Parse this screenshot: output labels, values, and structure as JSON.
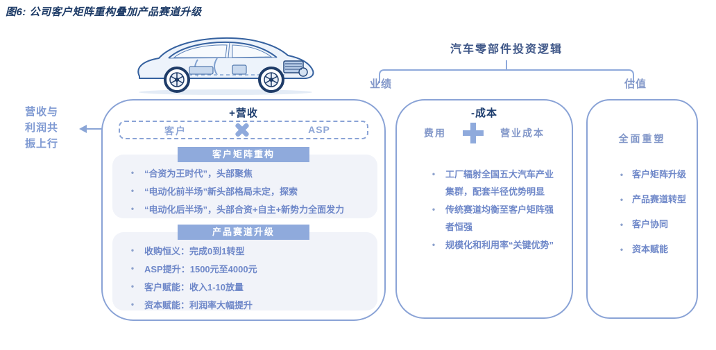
{
  "title": "图6:  公司客户矩阵重构叠加产品赛道升级",
  "ui": {
    "bullet": "•"
  },
  "icons": {
    "multiply_icon": "✖",
    "plus_icon": "➕",
    "left_arrow_icon": "←",
    "car_illustration": "car-xray-blueprint"
  },
  "colors": {
    "title_navy": "#1c3a66",
    "header_navy": "#1d3d6e",
    "panel_border": "#8aa3d6",
    "banner_bg": "#8FAADC",
    "card_bg": "#f1f3f9",
    "bullet_text": "#6f88c9",
    "label_blue": "#8297c9",
    "accent_shape": "#8FAADC"
  },
  "investment_logic": {
    "title": "汽车零部件投资逻辑",
    "left_label": "业绩",
    "right_label": "估值"
  },
  "side_note": {
    "lines": [
      "营收与",
      "利润共",
      "振上行"
    ]
  },
  "left_panel": {
    "header": "+营收",
    "formula": {
      "left": "客户",
      "right": "ASP"
    },
    "sections": [
      {
        "banner": "客户矩阵重构",
        "bullets": [
          "“合资为王时代”，头部聚焦",
          "“电动化前半场”新头部格局未定，探索",
          "“电动化后半场”，头部合资+自主+新势力全面发力"
        ]
      },
      {
        "banner": "产品赛道升级",
        "bullets": [
          "收购恒义：完成0到1转型",
          "ASP提升：1500元至4000元",
          "客户赋能：收入1-10放量",
          "资本赋能：利润率大幅提升"
        ]
      }
    ]
  },
  "middle_panel": {
    "header": "-成本",
    "formula": {
      "left": "费用",
      "right": "营业成本"
    },
    "bullets": [
      "工厂辐射全国五大汽车产业集群，配套半径优势明显",
      "传统赛道均衡至客户矩阵强者恒强",
      "规模化和利用率“关键优势”"
    ]
  },
  "right_panel": {
    "header": "全面重塑",
    "bullets": [
      "客户矩阵升级",
      "产品赛道转型",
      "客户协同",
      "资本赋能"
    ]
  }
}
